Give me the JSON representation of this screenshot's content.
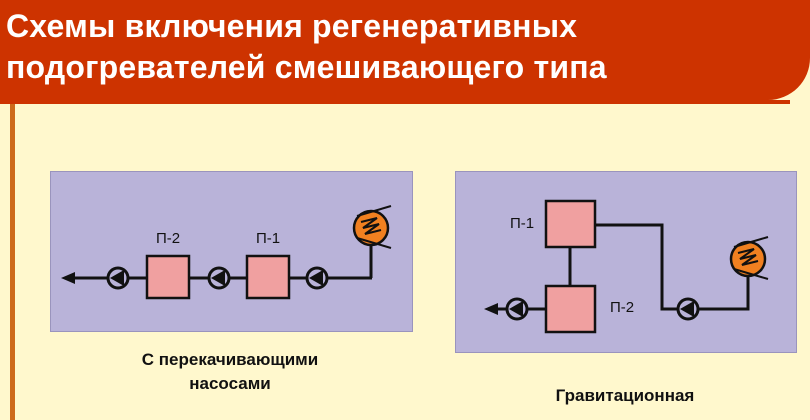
{
  "title": {
    "line1": "Схемы включения регенеративных",
    "line2": "подогревателей смешивающего типа"
  },
  "scheme_pumped": {
    "caption_line1": "С перекачивающими",
    "caption_line2": "насосами",
    "heater_p2_label": "П-2",
    "heater_p1_label": "П-1"
  },
  "scheme_gravity": {
    "caption": "Гравитационная",
    "heater_p1_label": "П-1",
    "heater_p2_label": "П-2"
  },
  "colors": {
    "title_background": "#cd3300",
    "title_text": "#ffffff",
    "slide_background": "#fff8cd",
    "panel_background": "#b9b3d9",
    "heater_fill": "#f0a0a0",
    "cooler_fill": "#f08020",
    "line": "#111111"
  },
  "icons": [
    "pump-icon",
    "heat-exchanger-icon",
    "flow-arrow-icon"
  ]
}
